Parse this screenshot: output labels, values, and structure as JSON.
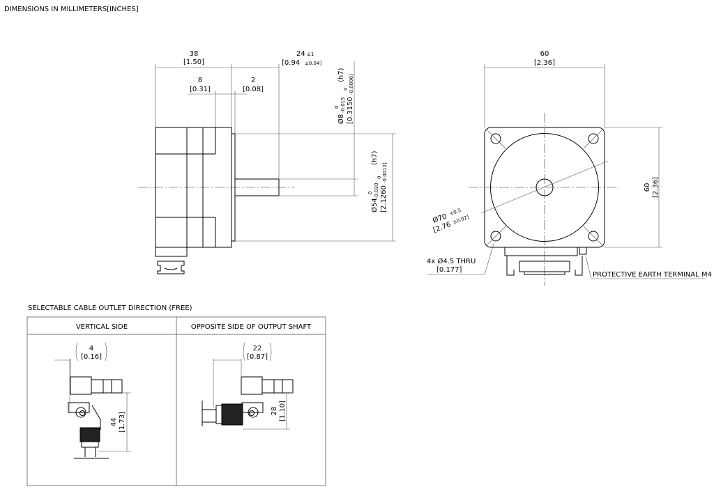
{
  "header": {
    "units_note": "DIMENSIONS IN MILLIMETERS[INCHES]"
  },
  "side_view": {
    "overall_length": {
      "mm": "38",
      "in": "[1.50]"
    },
    "shaft_length": {
      "mm": "24",
      "tol_mm": "±1",
      "in": "[0.94",
      "tol_in": "±0.04]"
    },
    "rear_offset": {
      "mm": "8",
      "in": "[0.31]"
    },
    "flange_thickness": {
      "mm": "2",
      "in": "[0.08]"
    },
    "shaft_diameter": {
      "mm": "Ø8",
      "tol_upper": "0",
      "tol_lower": "-0.015",
      "in": "[0.3150",
      "in_upper": "0",
      "in_lower": "-0.0006]",
      "fit": "(h7)"
    },
    "pilot_diameter": {
      "mm": "Ø54",
      "tol_upper": "0",
      "tol_lower": "-0.030",
      "in": "[2.1260",
      "in_upper": "0",
      "in_lower": "-0.0012]",
      "fit": "(h7)"
    }
  },
  "front_view": {
    "width": {
      "mm": "60",
      "in": "[2.36]"
    },
    "height": {
      "mm": "60",
      "in": "[2.36]"
    },
    "bolt_circle": {
      "mm": "Ø70",
      "tol_mm": "±0.5",
      "in": "[2.76",
      "tol_in": "±0.02]"
    },
    "holes": {
      "mm": "4x  Ø4.5  THRU",
      "in": "[0.177]"
    },
    "earth_terminal": "PROTECTIVE EARTH TERMINAL M4"
  },
  "cable_outlet": {
    "title": "SELECTABLE CABLE OUTLET DIRECTION (FREE)",
    "columns": [
      {
        "header": "VERTICAL SIDE",
        "dim_a": {
          "mm": "4",
          "in": "[0.16]"
        },
        "dim_b": {
          "mm": "44",
          "in": "[1.73]"
        }
      },
      {
        "header": "OPPOSITE SIDE OF OUTPUT SHAFT",
        "dim_a": {
          "mm": "22",
          "in": "[0.87]"
        },
        "dim_b": {
          "mm": "28",
          "in": "[1.10]"
        }
      }
    ]
  }
}
